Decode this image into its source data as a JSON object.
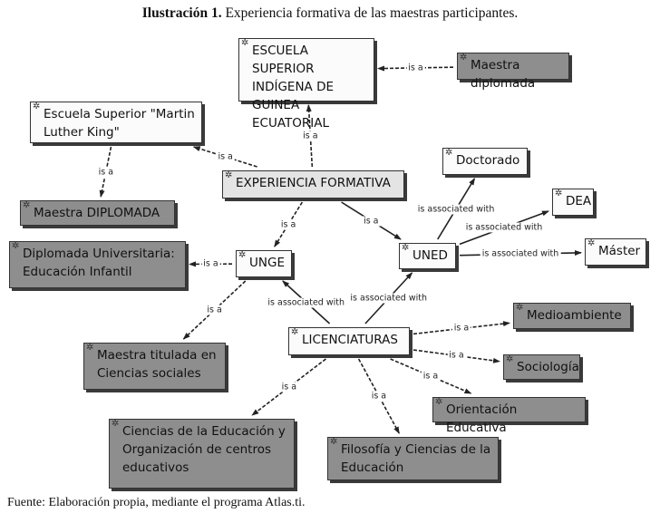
{
  "title": {
    "bold": "Ilustración 1.",
    "text": " Experiencia formativa de las maestras participantes."
  },
  "footer": "Fuente: Elaboración propia, mediante el programa Atlas.ti.",
  "nodes": {
    "escuela_indigena": {
      "label": "ESCUELA SUPERIOR INDÍGENA DE GUINEA ECUATORIAL",
      "style": "white"
    },
    "maestra_diplomada": {
      "label": "Maestra diplomada",
      "style": "dark"
    },
    "martin_luther": {
      "label": "Escuela Superior \"Martin Luther King\"",
      "style": "white"
    },
    "experiencia": {
      "label": "EXPERIENCIA FORMATIVA",
      "style": "light"
    },
    "doctorado": {
      "label": "Doctorado",
      "style": "white"
    },
    "dea": {
      "label": "DEA",
      "style": "white"
    },
    "master": {
      "label": "Máster",
      "style": "white"
    },
    "uned": {
      "label": "UNED",
      "style": "white"
    },
    "maestra_DIPLOMADA": {
      "label": "Maestra DIPLOMADA",
      "style": "dark"
    },
    "diplomada_univ": {
      "label": "Diplomada Universitaria: Educación Infantil",
      "style": "dark"
    },
    "unge": {
      "label": "UNGE",
      "style": "white"
    },
    "maestra_titulada": {
      "label": "Maestra titulada en Ciencias sociales",
      "style": "dark"
    },
    "licenciaturas": {
      "label": "LICENCIATURAS",
      "style": "white"
    },
    "medioambiente": {
      "label": "Medioambiente",
      "style": "dark"
    },
    "sociologia": {
      "label": "Sociología",
      "style": "dark"
    },
    "orientacion": {
      "label": "Orientación Educativa",
      "style": "dark"
    },
    "ciencias_educacion": {
      "label": "Ciencias de la Educación y Organización de centros educativos",
      "style": "dark"
    },
    "filosofia": {
      "label": "Filosofía y Ciencias de la Educación",
      "style": "dark"
    }
  },
  "edges": [
    {
      "from": "experiencia",
      "to": "escuela_indigena",
      "label": "is a",
      "dashed": true
    },
    {
      "from": "maestra_diplomada",
      "to": "escuela_indigena",
      "label": "is a",
      "dashed": true
    },
    {
      "from": "experiencia",
      "to": "martin_luther",
      "label": "is a",
      "dashed": true
    },
    {
      "from": "martin_luther",
      "to": "maestra_DIPLOMADA",
      "label": "is a",
      "dashed": true
    },
    {
      "from": "experiencia",
      "to": "unge",
      "label": "is a",
      "dashed": true
    },
    {
      "from": "experiencia",
      "to": "uned",
      "label": "is a",
      "dashed": false
    },
    {
      "from": "unge",
      "to": "diplomada_univ",
      "label": "is a",
      "dashed": true
    },
    {
      "from": "unge",
      "to": "maestra_titulada",
      "label": "is a",
      "dashed": true
    },
    {
      "from": "licenciaturas",
      "to": "unge",
      "label": "is associated with",
      "dashed": false
    },
    {
      "from": "licenciaturas",
      "to": "uned",
      "label": "is associated with",
      "dashed": false
    },
    {
      "from": "uned",
      "to": "doctorado",
      "label": "is associated with",
      "dashed": false
    },
    {
      "from": "uned",
      "to": "dea",
      "label": "is associated with",
      "dashed": false
    },
    {
      "from": "uned",
      "to": "master",
      "label": "is associated with",
      "dashed": false
    },
    {
      "from": "licenciaturas",
      "to": "medioambiente",
      "label": "is a",
      "dashed": true
    },
    {
      "from": "licenciaturas",
      "to": "sociologia",
      "label": "is a",
      "dashed": true
    },
    {
      "from": "licenciaturas",
      "to": "orientacion",
      "label": "is a",
      "dashed": true
    },
    {
      "from": "licenciaturas",
      "to": "ciencias_educacion",
      "label": "is a",
      "dashed": true
    },
    {
      "from": "licenciaturas",
      "to": "filosofia",
      "label": "is a",
      "dashed": true
    }
  ],
  "colors": {
    "white": "#fbfbfb",
    "light": "#e4e4e4",
    "dark": "#8e8e8e",
    "line": "#222222"
  },
  "icon": "code-star-icon"
}
